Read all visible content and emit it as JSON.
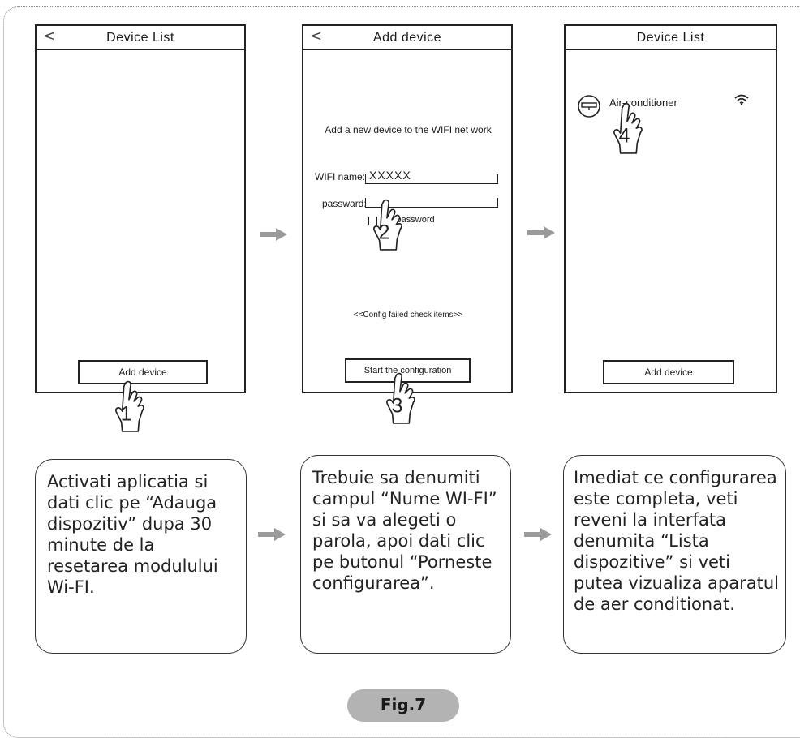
{
  "screen1": {
    "back": "<",
    "title": "Device List",
    "add_button": "Add device",
    "step": "1"
  },
  "screen2": {
    "back": "<",
    "title": "Add device",
    "prompt": "Add a new device to the WIFI net work",
    "wifi_label": "WIFI  name:",
    "wifi_value": "XXXXX",
    "password_label": "passward:",
    "show_password": "y password",
    "config_failed": "<<Config failed check items>>",
    "start_button": "Start the configuration",
    "step_password": "2",
    "step_start": "3"
  },
  "screen3": {
    "title": "Device  List",
    "device_name": "Air-conditioner",
    "add_button": "Add device",
    "step": "4"
  },
  "notes": {
    "note1": "Activati aplicatia si dati clic pe “Adauga dispozitiv” dupa 30 minute de la resetarea modulului Wi-FI.",
    "note2": "Trebuie sa denumiti campul “Nume WI-FI” si sa va alegeti o parola, apoi dati clic pe butonul “Porneste configurarea”.",
    "note3": "Imediat ce configurarea este completa, veti reveni la interfata denumita “Lista dispozitive” si veti putea vizualiza aparatul de aer conditionat."
  },
  "figure_label": "Fig.7",
  "icons": [
    "hand-pointer-icon",
    "arrow-right-icon",
    "wifi-icon",
    "air-conditioner-icon",
    "back-chevron-icon"
  ],
  "colors": {
    "arrow": "#9a9a9a",
    "fig_badge": "#b3b3b3",
    "border": "#222222"
  }
}
